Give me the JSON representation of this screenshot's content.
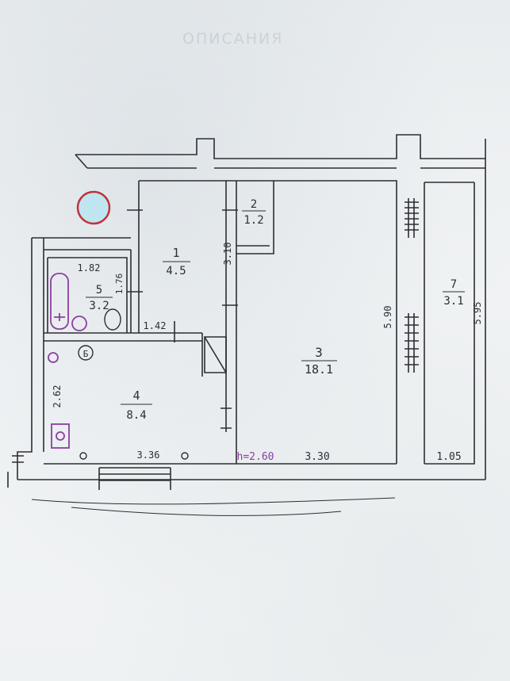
{
  "header": {
    "faded_text": "ОПИСАНИЯ"
  },
  "rooms": [
    {
      "id": "1",
      "area": "4.5"
    },
    {
      "id": "2",
      "area": "1.2"
    },
    {
      "id": "3",
      "area": "18.1"
    },
    {
      "id": "4",
      "area": "8.4"
    },
    {
      "id": "5",
      "area": "3.2"
    },
    {
      "id": "7",
      "area": "3.1"
    }
  ],
  "dimensions": {
    "room1_height": "3.10",
    "room5_width": "1.82",
    "room5_height": "1.76",
    "passage_width": "1.42",
    "room4_height": "2.62",
    "room4_width": "3.36",
    "room3_width": "3.30",
    "room3_height": "5.90",
    "room7_width": "1.05",
    "room7_height": "5.95",
    "ceiling_height": "h=2.60"
  },
  "marks": {
    "stove_label": "Б"
  },
  "colors": {
    "ink": "#2c2e33",
    "fixture_purple": "#8a3fa0",
    "stack_red": "#c2323a",
    "stack_fill": "#bfe6f0"
  }
}
